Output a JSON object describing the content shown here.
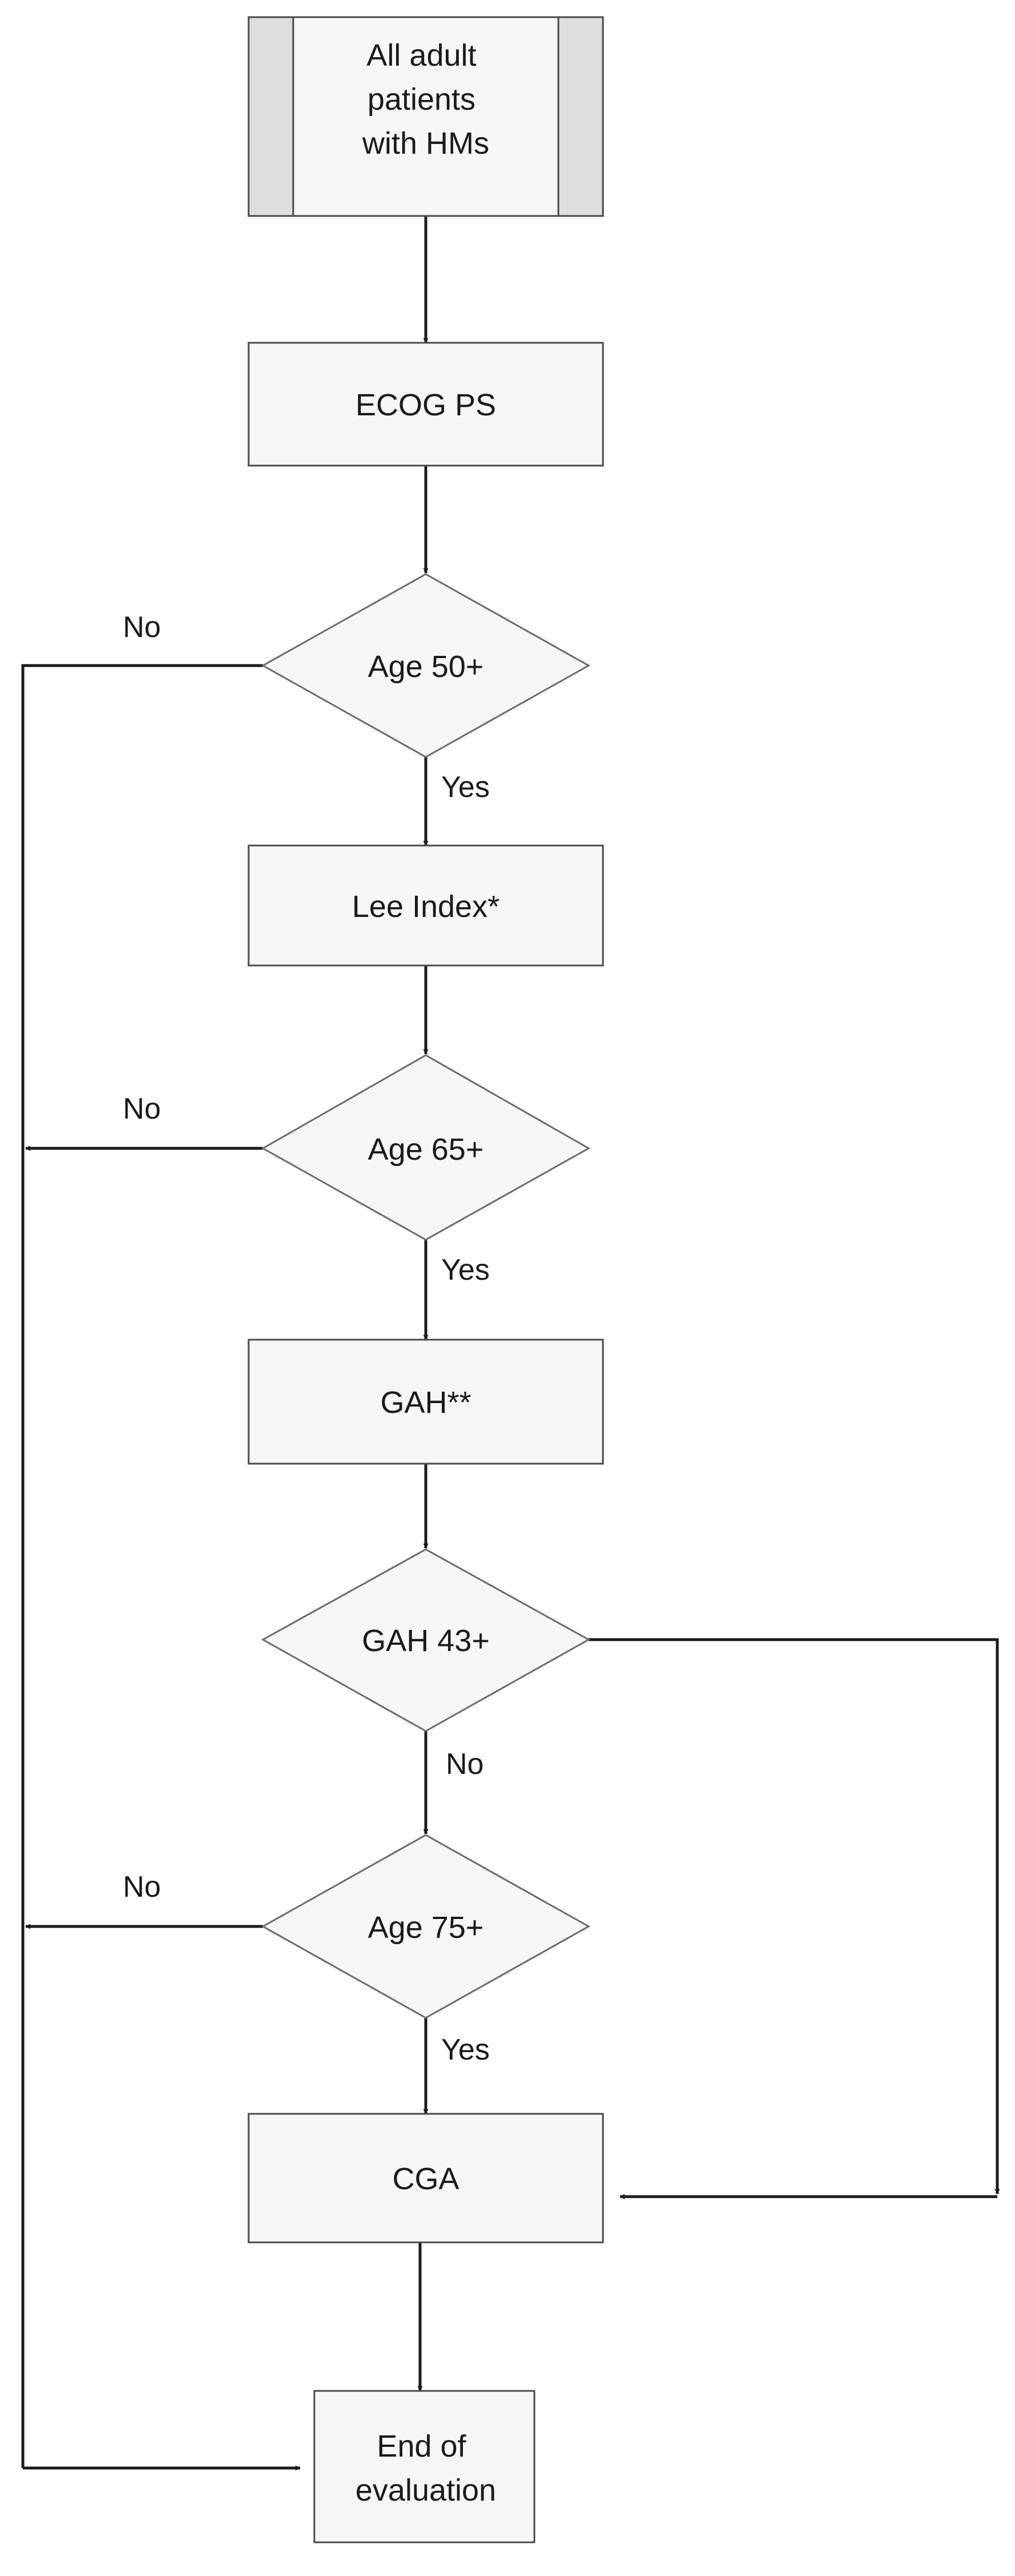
{
  "nodes": {
    "start": {
      "lines": [
        "All adult",
        "patients",
        "with HMs"
      ]
    },
    "ecog": {
      "lines": [
        "ECOG PS"
      ]
    },
    "age50": {
      "lines": [
        "Age 50+"
      ]
    },
    "lee": {
      "lines": [
        "Lee Index*"
      ]
    },
    "age65": {
      "lines": [
        "Age 65+"
      ]
    },
    "gah": {
      "lines": [
        "GAH**"
      ]
    },
    "gah43": {
      "lines": [
        "GAH 43+"
      ]
    },
    "age75": {
      "lines": [
        "Age 75+"
      ]
    },
    "cga": {
      "lines": [
        "CGA"
      ]
    },
    "end": {
      "lines": [
        "End of",
        "evaluation"
      ]
    }
  },
  "edge_labels": {
    "age50_no": "No",
    "age50_yes": "Yes",
    "age65_no": "No",
    "age65_yes": "Yes",
    "gah43_no": "No",
    "age75_no": "No",
    "age75_yes": "Yes"
  }
}
